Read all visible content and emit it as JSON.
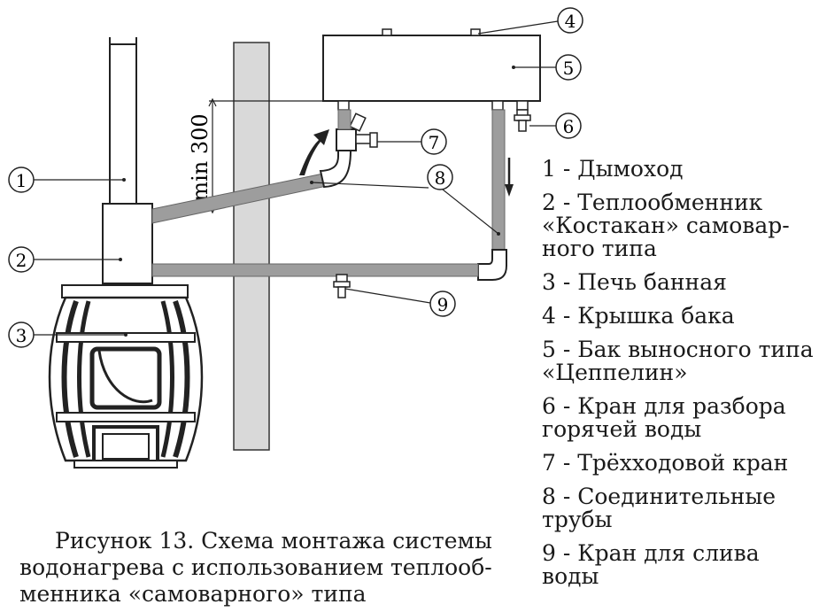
{
  "diagram": {
    "dimension_label": "min 300",
    "callouts": [
      "1",
      "2",
      "3",
      "4",
      "5",
      "6",
      "7",
      "8",
      "9"
    ]
  },
  "legend": [
    "1 - Дымоход",
    "2 - Теплообменник\n«Костакан» самовар-\nного типа",
    "3 - Печь банная",
    "4 - Крышка бака",
    "5 - Бак выносного типа\n«Цеппелин»",
    "6 - Кран для разбора\nгорячей воды",
    "7 - Трёхходовой кран",
    "8 - Соединительные\nтрубы",
    "9 - Кран для слива\nводы"
  ],
  "caption": "Рисунок 13. Схема монтажа системы водонагрева с использованием теплооб-менника «самоварного» типа"
}
